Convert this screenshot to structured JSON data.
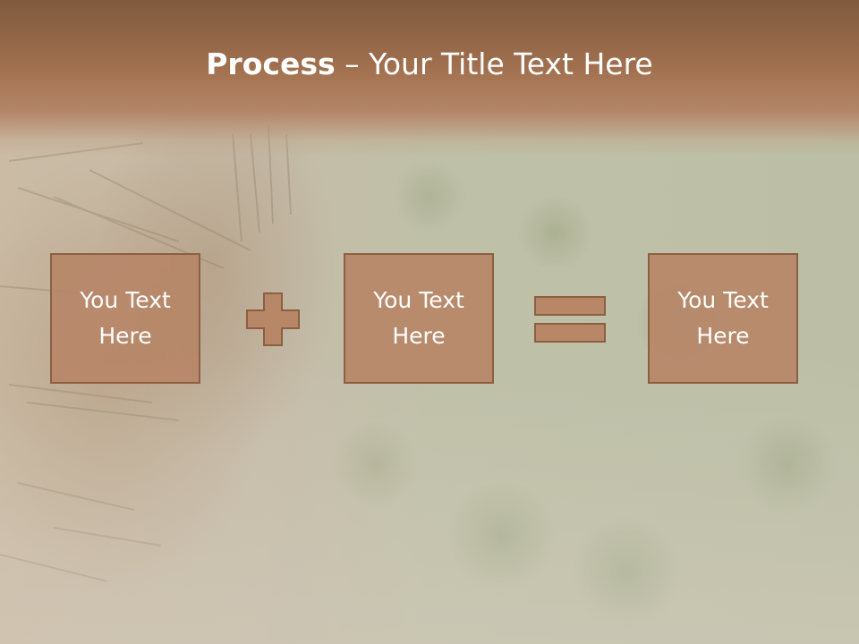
{
  "slide": {
    "title_bold": "Process",
    "title_rest": " – Your Title Text Here",
    "boxes": [
      {
        "label": "You Text Here"
      },
      {
        "label": "You Text Here"
      },
      {
        "label": "You Text Here"
      }
    ],
    "operators": [
      "plus-icon",
      "equals-icon"
    ],
    "colors": {
      "header": "#a2714f",
      "box_fill": "#b78768",
      "box_border": "#8c5f42",
      "text": "#ffffff"
    }
  }
}
